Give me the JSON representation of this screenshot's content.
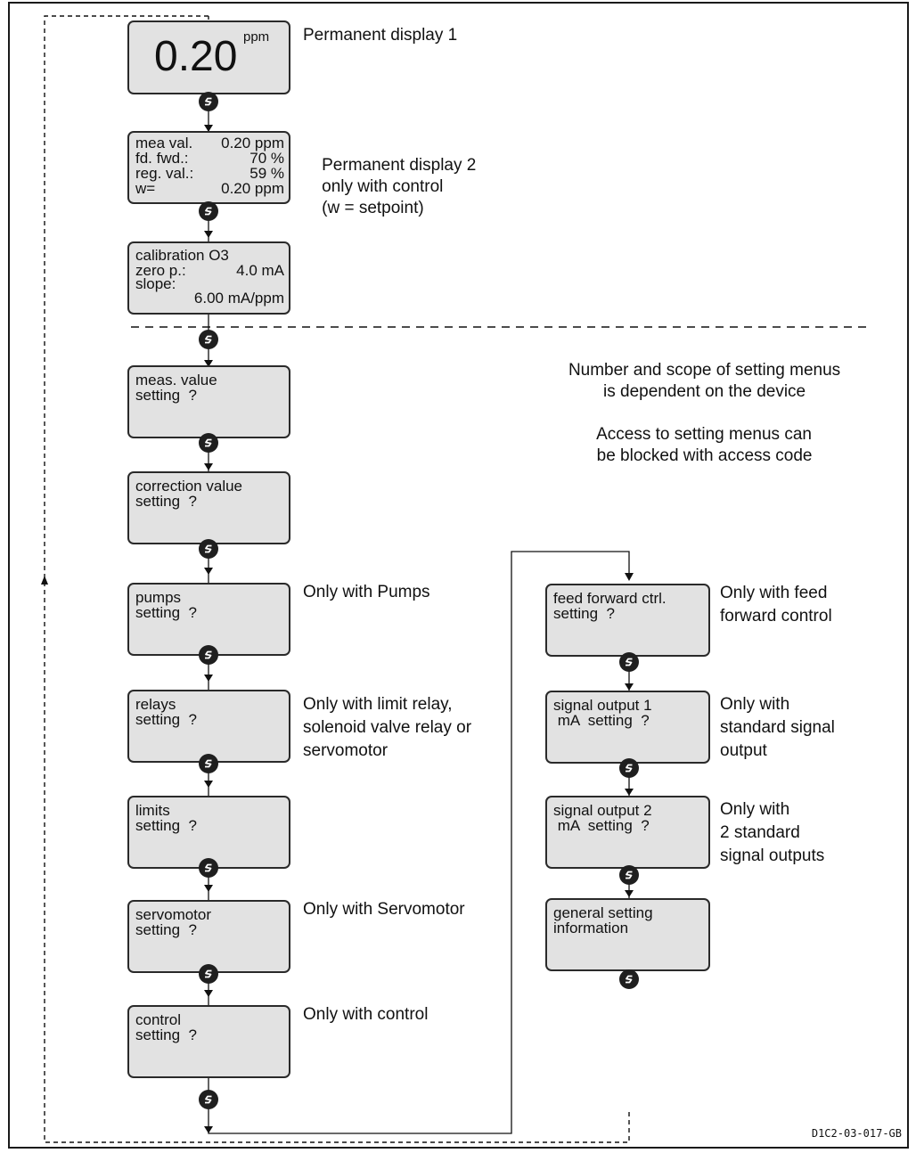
{
  "display1": {
    "value": "0.20",
    "unit": "ppm",
    "caption": "Permanent display 1"
  },
  "display2": {
    "rows": [
      {
        "label": "mea val.",
        "value": "0.20 ppm"
      },
      {
        "label": "fd. fwd.:",
        "value": "70 %"
      },
      {
        "label": "reg. val.:",
        "value": "59 %"
      },
      {
        "label": "w=",
        "value": "0.20 ppm"
      }
    ],
    "caption": [
      "Permanent display 2",
      "only with control",
      "(w = setpoint)"
    ]
  },
  "calibration": {
    "title": "calibration O3",
    "zero_label": "zero p.:",
    "zero_value": "4.0 mA",
    "slope_label": "slope:",
    "slope_value": "6.00 mA/ppm"
  },
  "info_note": [
    "Number and scope of setting menus",
    "is dependent on the device",
    "",
    "Access to setting menus can",
    "be blocked with access code"
  ],
  "menus_left": [
    {
      "line1": "meas. value",
      "line2": "setting  ?",
      "note": ""
    },
    {
      "line1": "correction value",
      "line2": "setting  ?",
      "note": ""
    },
    {
      "line1": "pumps",
      "line2": "setting  ?",
      "note": "Only with Pumps"
    },
    {
      "line1": "relays",
      "line2": "setting  ?",
      "note": "Only with limit relay,\nsolenoid valve relay or\nservomotor"
    },
    {
      "line1": "limits",
      "line2": "setting  ?",
      "note": ""
    },
    {
      "line1": "servomotor",
      "line2": "setting  ?",
      "note": "Only with Servomotor"
    },
    {
      "line1": "control",
      "line2": "setting  ?",
      "note": "Only with control"
    }
  ],
  "menus_right": [
    {
      "line1": "feed forward ctrl.",
      "line2": "setting  ?",
      "note": "Only with feed\nforward control"
    },
    {
      "line1": "signal output 1",
      "line2": " mA  setting  ?",
      "note": "Only with\nstandard signal\noutput"
    },
    {
      "line1": "signal output 2",
      "line2": " mA  setting  ?",
      "note": "Only with\n2 standard\nsignal outputs"
    },
    {
      "line1": "general setting",
      "line2": "information",
      "note": ""
    }
  ],
  "drawing_code": "D1C2-03-017-GB"
}
